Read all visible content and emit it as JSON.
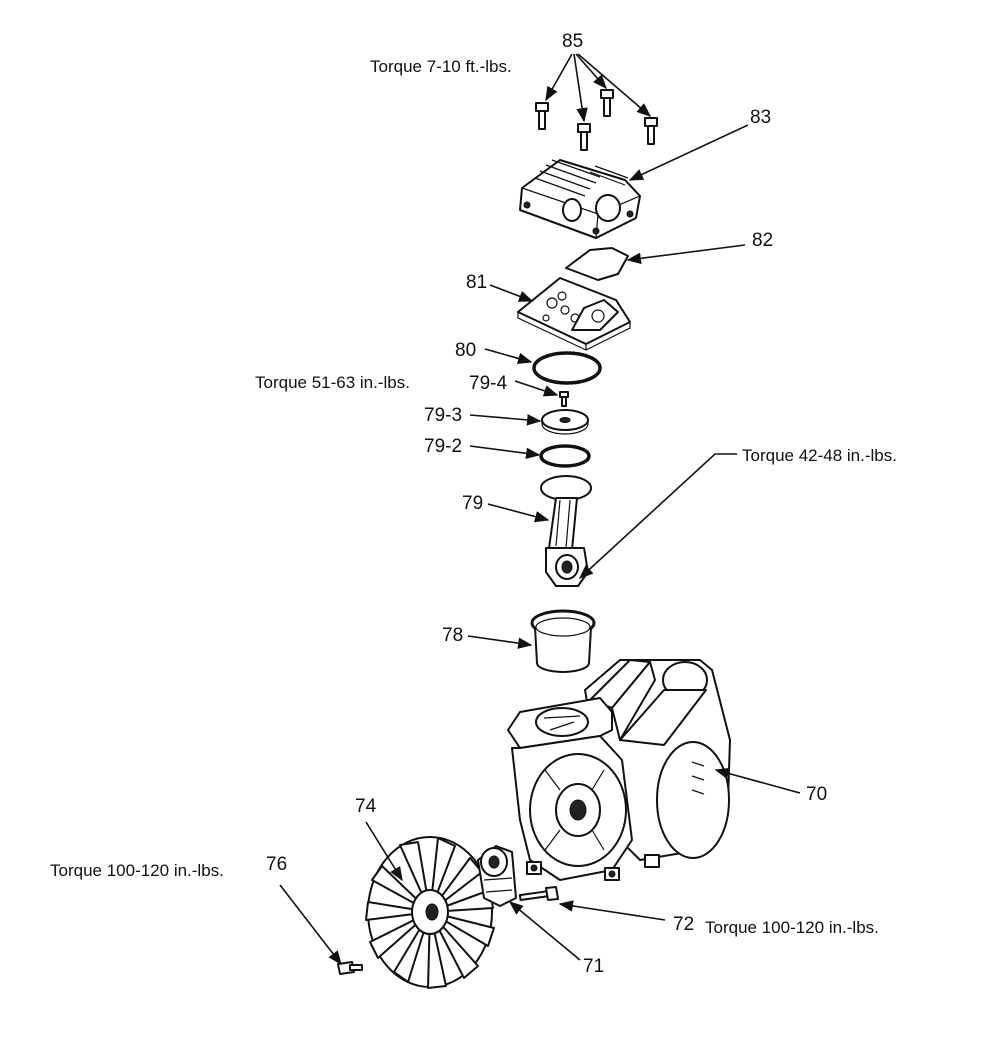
{
  "callouts": {
    "p85": "85",
    "p83": "83",
    "p82": "82",
    "p81": "81",
    "p80": "80",
    "p79_4": "79-4",
    "p79_3": "79-3",
    "p79_2": "79-2",
    "p79": "79",
    "p78": "78",
    "p70": "70",
    "p74": "74",
    "p76": "76",
    "p72": "72",
    "p71": "71"
  },
  "torque": {
    "t85": "Torque  7-10 ft.-lbs.",
    "t79_4": "Torque  51-63 in.-lbs.",
    "t79": "Torque  42-48 in.-lbs.",
    "t76": "Torque 100-120 in.-lbs.",
    "t72": "Torque 100-120 in.-lbs."
  },
  "colors": {
    "ink": "#111111",
    "paper": "#ffffff"
  }
}
